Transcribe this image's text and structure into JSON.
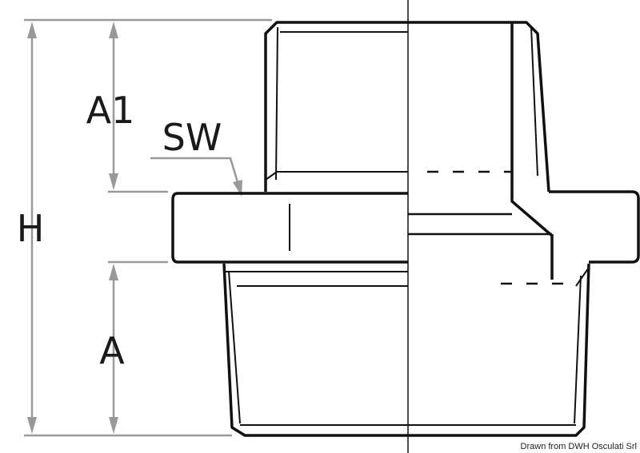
{
  "labels": {
    "h": "H",
    "a1": "A1",
    "sw": "SW",
    "a": "A"
  },
  "credit": "Drawn from DWH Osculati Srl",
  "colors": {
    "outline": "#111111",
    "dimension": "#999999"
  }
}
